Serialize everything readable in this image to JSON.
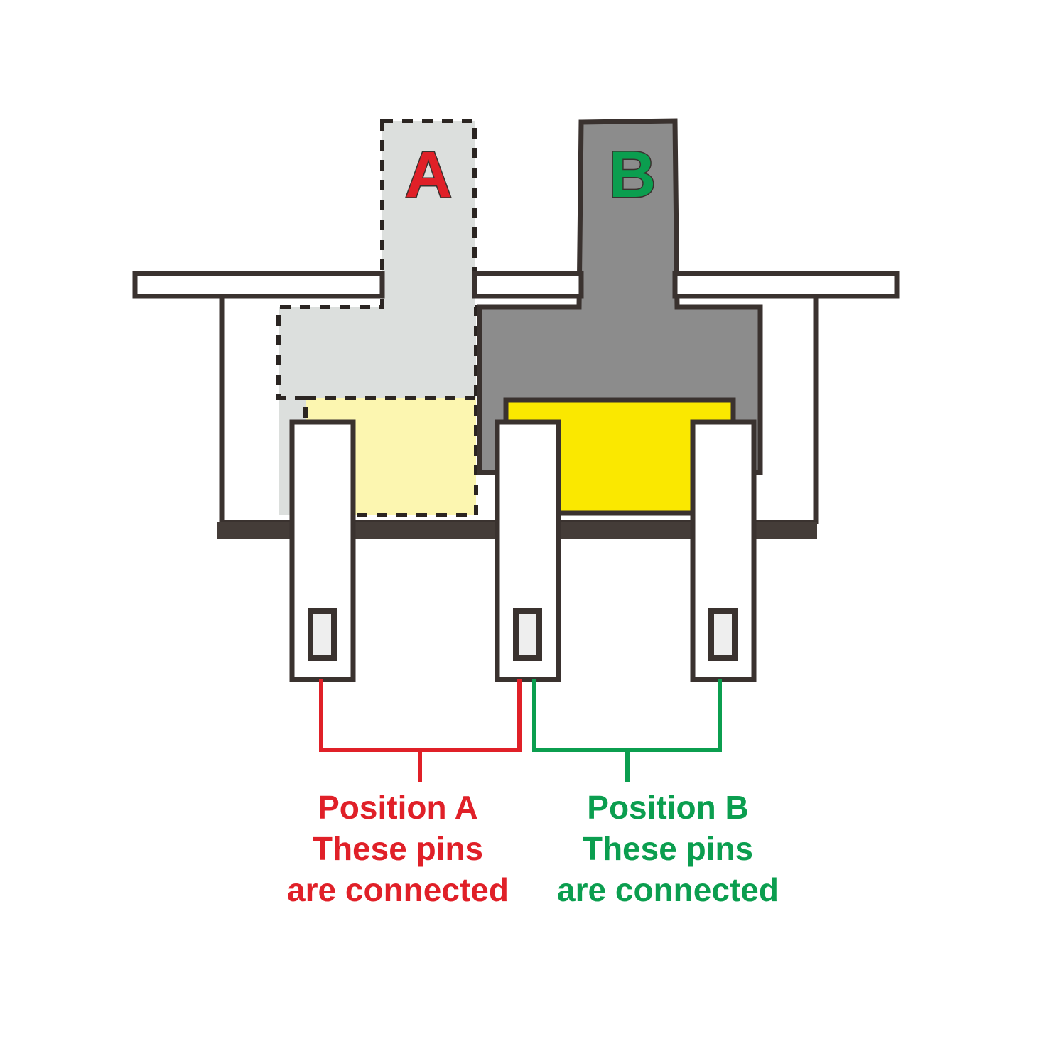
{
  "diagram": {
    "title": "Slide switch cross-section showing pin connections for position A and position B",
    "type": "switch-cross-section",
    "letters": {
      "position_a": "A",
      "position_b": "B"
    },
    "labels": {
      "a": {
        "line1": "Position A",
        "line2": "These pins",
        "line3": "are connected",
        "color": "#e02028"
      },
      "b": {
        "line1": "Position B",
        "line2": "These pins",
        "line3": "are connected",
        "color": "#0b9e4f"
      }
    },
    "colors": {
      "outline": "#3a322f",
      "lever_active": "#8c8c8c",
      "lever_ghost": "#dadddb",
      "contact_active": "#fae800",
      "contact_ghost": "#fcf6b0",
      "pin_fill": "#ffffff",
      "pin_hole": "#eeeeee",
      "base_bar": "#443c38",
      "wire_a": "#e02028",
      "wire_b": "#0b9e4f",
      "background": "#ffffff"
    },
    "parts": {
      "lever_a_state": "ghost",
      "lever_b_state": "active",
      "pin_count": 3,
      "pins_connected_a": [
        1,
        2
      ],
      "pins_connected_b": [
        2,
        3
      ]
    }
  }
}
